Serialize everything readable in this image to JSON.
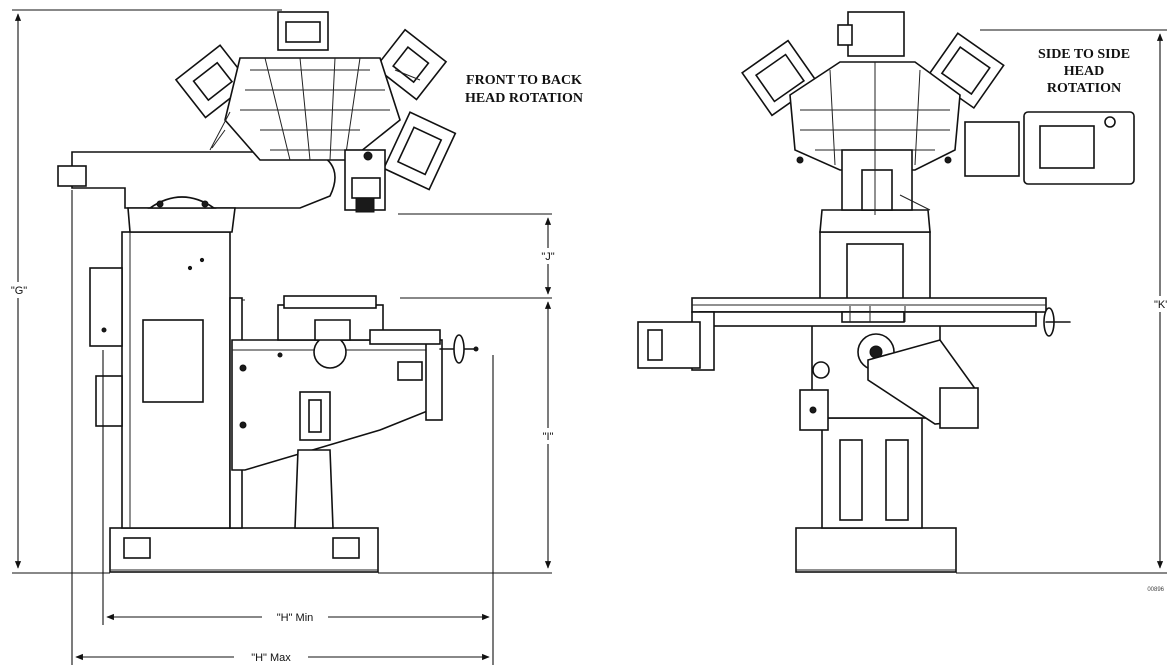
{
  "captions": {
    "front_line1": "FRONT TO BACK",
    "front_line2": "HEAD ROTATION",
    "side_line1": "SIDE TO SIDE",
    "side_line2": "HEAD",
    "side_line3": "ROTATION"
  },
  "dimensions": {
    "g": "\"G\"",
    "j": "\"J\"",
    "i": "\"I\"",
    "h_min": "\"H\" Min",
    "h_max": "\"H\" Max",
    "k": "\"K\""
  },
  "figure_code": "00896"
}
